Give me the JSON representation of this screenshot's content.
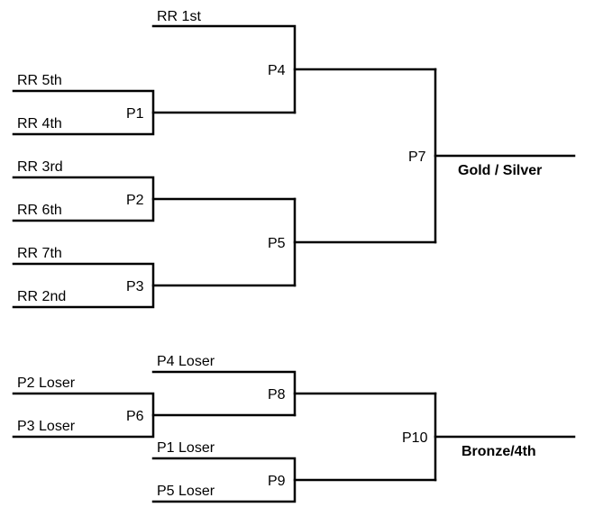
{
  "main_bracket": {
    "seeds": {
      "rr_1st": "RR 1st",
      "rr_5th": "RR 5th",
      "rr_4th": "RR 4th",
      "rr_3rd": "RR 3rd",
      "rr_6th": "RR 6th",
      "rr_7th": "RR 7th",
      "rr_2nd": "RR 2nd"
    },
    "matches": {
      "p1": "P1",
      "p2": "P2",
      "p3": "P3",
      "p4": "P4",
      "p5": "P5",
      "p7": "P7"
    },
    "result": "Gold / Silver"
  },
  "consolation_bracket": {
    "entrants": {
      "p4_loser": "P4 Loser",
      "p2_loser": "P2 Loser",
      "p3_loser": "P3 Loser",
      "p1_loser": "P1 Loser",
      "p5_loser": "P5 Loser"
    },
    "matches": {
      "p6": "P6",
      "p8": "P8",
      "p9": "P9",
      "p10": "P10"
    },
    "result": "Bronze/4th"
  }
}
